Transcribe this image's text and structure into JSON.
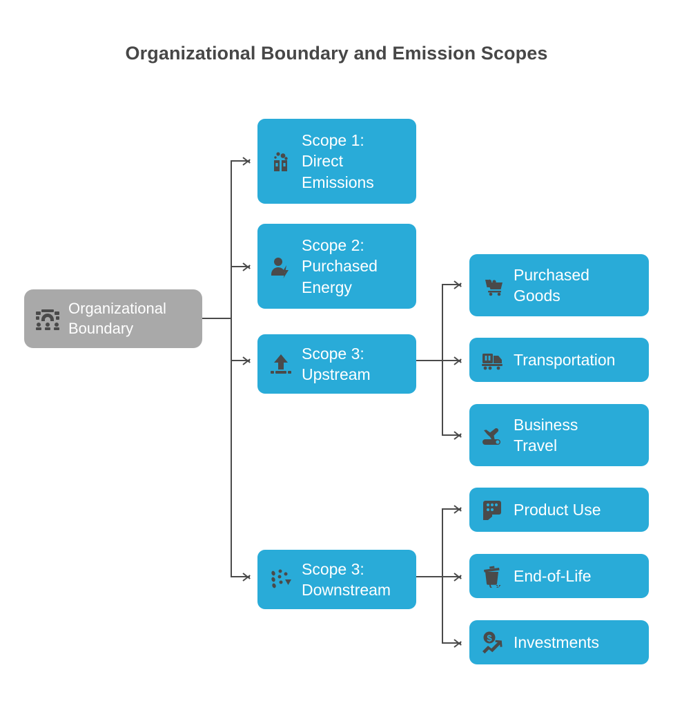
{
  "title": "Organizational Boundary and Emission Scopes",
  "colors": {
    "node_blue": "#29abd8",
    "root_gray": "#a9a9a9",
    "connector": "#4a4a4a",
    "title_text": "#474747",
    "node_text": "#ffffff",
    "icon_dark": "#4a4a4a",
    "background": "#ffffff"
  },
  "root": {
    "label": "Organizational\nBoundary",
    "icon": "organization-building-people-icon"
  },
  "scopes": [
    {
      "label": "Scope 1:\nDirect\nEmissions",
      "icon": "factory-smokestack-icon"
    },
    {
      "label": "Scope 2:\nPurchased\nEnergy",
      "icon": "person-lightning-icon"
    },
    {
      "label": "Scope 3:\nUpstream",
      "icon": "upload-arrow-icon"
    },
    {
      "label": "Scope 3:\nDownstream",
      "icon": "scatter-down-arrow-icon"
    }
  ],
  "upstream_categories": [
    {
      "label": "Purchased\nGoods",
      "icon": "shopping-cart-icon"
    },
    {
      "label": "Transportation",
      "icon": "delivery-truck-icon"
    },
    {
      "label": "Business\nTravel",
      "icon": "airplane-takeoff-icon"
    }
  ],
  "downstream_categories": [
    {
      "label": "Product Use",
      "icon": "product-touchscreen-hand-icon"
    },
    {
      "label": "End-of-Life",
      "icon": "trash-recycle-icon"
    },
    {
      "label": "Investments",
      "icon": "dollar-growth-arrow-icon"
    }
  ]
}
